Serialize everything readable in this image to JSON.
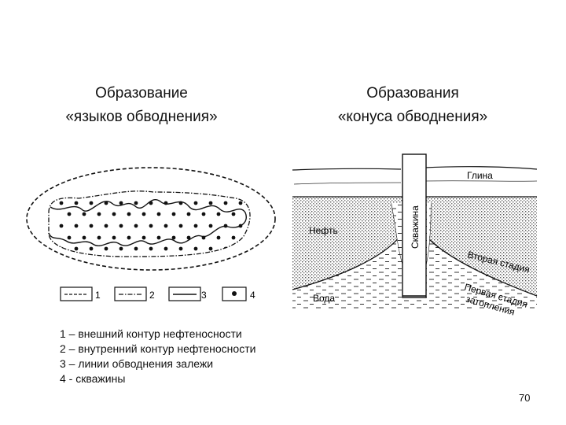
{
  "headings": {
    "left": [
      "Образование",
      "«языков обводнения»"
    ],
    "right": [
      "Образования",
      "«конуса обводнения»"
    ]
  },
  "legend_keys": [
    "1",
    "2",
    "3",
    "4"
  ],
  "right_diagram": {
    "labels": {
      "clay": "Глина",
      "oil": "Нефть",
      "well": "Скважина",
      "water": "Вода",
      "stage2": "Вторая стадия",
      "stage1": "Первая стадия затопления"
    }
  },
  "legend": [
    "1 – внешний контур нефтеносности",
    "2 – внутренний контур нефтеносности",
    "3 – линии обводнения залежи",
    "4 - скважины"
  ],
  "page_number": "70"
}
